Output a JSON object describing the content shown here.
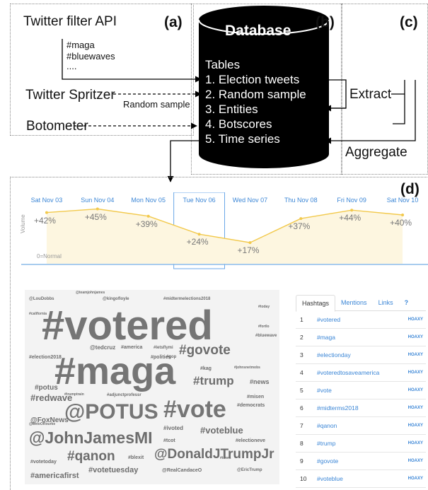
{
  "panel_labels": {
    "a": "(a)",
    "b": "(b)",
    "c": "(c)",
    "d": "(d)"
  },
  "sources": {
    "filter_api": "Twitter filter API",
    "keywords": [
      "#maga",
      "#bluewaves",
      "...."
    ],
    "spritzer": "Twitter Spritzer",
    "random_sample": "Random sample",
    "botometer": "Botometer"
  },
  "database": {
    "title": "Database",
    "tables_heading": "Tables",
    "tables": [
      "1.  Election tweets",
      "2.  Random sample",
      "3.  Entities",
      "4.  Botscores",
      "5.  Time series"
    ]
  },
  "processes": {
    "extract": "Extract",
    "aggregate": "Aggregate"
  },
  "trend": {
    "days": [
      "Sat Nov 03",
      "Sun Nov 04",
      "Mon Nov 05",
      "Tue Nov 06",
      "Wed Nov 07",
      "Thu Nov 08",
      "Fri Nov 09",
      "Sat Nov 10"
    ],
    "percents": [
      "+42%",
      "+45%",
      "+39%",
      "+24%",
      "+17%",
      "+37%",
      "+44%",
      "+40%"
    ],
    "values": [
      42,
      45,
      39,
      24,
      17,
      37,
      44,
      40
    ],
    "axis_label": "Volume",
    "baseline_label": "0=Normal",
    "highlight_index": 3,
    "line_color": "#f2c94c"
  },
  "wordcloud": {
    "big": [
      "#votered",
      "#maga",
      "@POTUS",
      "#vote",
      "@JohnJamesMI",
      "@DonaldJTrumpJr",
      "#qanon",
      "#govote",
      "#trump",
      "#redwave",
      "#voteblue",
      "#votetuesday",
      "#americafirst",
      "@FoxNews",
      "#potus",
      "#news"
    ],
    "small": [
      "@LouDobbs",
      "@teamjohnjames",
      "@kingofloyle",
      "#midtermelections2018",
      "@tedcruz",
      "#america",
      "#letsflymi",
      "#politics",
      "#election2018",
      "#kag",
      "#johnsnetmobs",
      "#adjunctprofessr",
      "#trumptrain",
      "#democrats",
      "#ivoted",
      "#votetoday",
      "#tcot",
      "#electioneve",
      "#blexit",
      "@RealCandaceO",
      "@EricTrump",
      "#misen",
      "#california",
      "#today",
      "#fortlo",
      "#bluewave",
      "@BetoORourke",
      "#gop",
      "#taxes"
    ]
  },
  "hashtag_panel": {
    "tabs": [
      "Hashtags",
      "Mentions",
      "Links"
    ],
    "help_icon": "?",
    "source_badge": "HOAXY",
    "rows": [
      {
        "rank": "1",
        "tag": "#votered"
      },
      {
        "rank": "2",
        "tag": "#maga"
      },
      {
        "rank": "3",
        "tag": "#electionday"
      },
      {
        "rank": "4",
        "tag": "#voteredtosaveamerica"
      },
      {
        "rank": "5",
        "tag": "#vote"
      },
      {
        "rank": "6",
        "tag": "#midterms2018"
      },
      {
        "rank": "7",
        "tag": "#qanon"
      },
      {
        "rank": "8",
        "tag": "#trump"
      },
      {
        "rank": "9",
        "tag": "#govote"
      },
      {
        "rank": "10",
        "tag": "#voteblue"
      }
    ]
  }
}
